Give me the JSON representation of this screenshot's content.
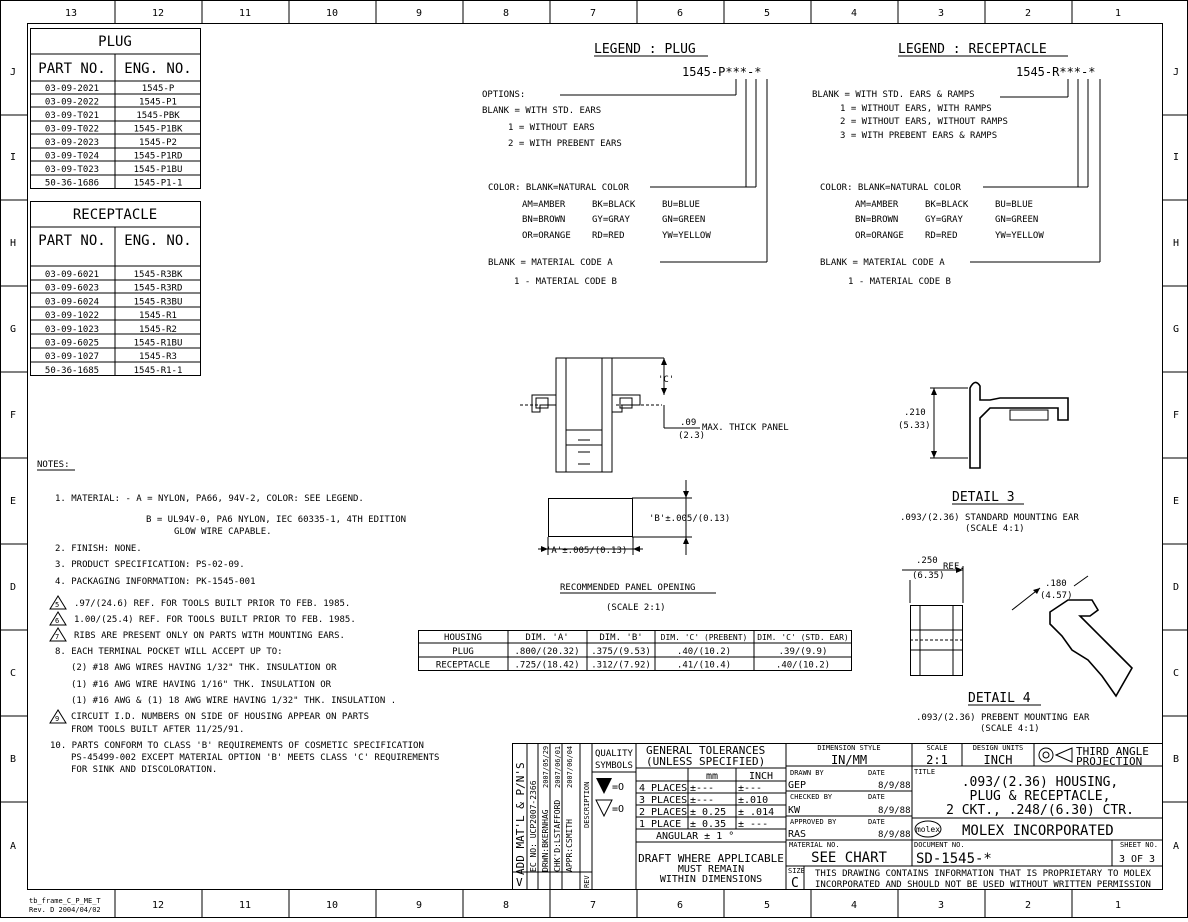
{
  "frame": {
    "columns": [
      "13",
      "12",
      "11",
      "10",
      "9",
      "8",
      "7",
      "6",
      "5",
      "4",
      "3",
      "2",
      "1"
    ],
    "rows": [
      "J",
      "I",
      "H",
      "G",
      "F",
      "E",
      "D",
      "C",
      "B",
      "A"
    ],
    "bottom_columns": [
      "12",
      "11",
      "10",
      "9",
      "8",
      "7",
      "6",
      "5",
      "4",
      "3",
      "2",
      "1"
    ],
    "frame_id": "tb_frame_C_P_ME_T",
    "frame_rev": "Rev. D 2004/04/02"
  },
  "plug_table": {
    "title": "PLUG",
    "headers": [
      "PART NO.",
      "ENG. NO."
    ],
    "rows": [
      [
        "03-09-2021",
        "1545-P"
      ],
      [
        "03-09-2022",
        "1545-P1"
      ],
      [
        "03-09-T021",
        "1545-PBK"
      ],
      [
        "03-09-T022",
        "1545-P1BK"
      ],
      [
        "03-09-2023",
        "1545-P2"
      ],
      [
        "03-09-T024",
        "1545-P1RD"
      ],
      [
        "03-09-T023",
        "1545-P1BU"
      ],
      [
        "50-36-1686",
        "1545-P1-1"
      ]
    ]
  },
  "receptacle_table": {
    "title": "RECEPTACLE",
    "headers": [
      "PART NO.",
      "ENG. NO."
    ],
    "rows": [
      [
        "03-09-6021",
        "1545-R3BK"
      ],
      [
        "03-09-6023",
        "1545-R3RD"
      ],
      [
        "03-09-6024",
        "1545-R3BU"
      ],
      [
        "03-09-1022",
        "1545-R1"
      ],
      [
        "03-09-1023",
        "1545-R2"
      ],
      [
        "03-09-6025",
        "1545-R1BU"
      ],
      [
        "03-09-1027",
        "1545-R3"
      ],
      [
        "50-36-1685",
        "1545-R1-1"
      ]
    ]
  },
  "legend_plug": {
    "title": "LEGEND : PLUG",
    "code": "1545-P***-*",
    "options_label": "OPTIONS:",
    "options": [
      "BLANK = WITH STD. EARS",
      "1 = WITHOUT EARS",
      "2 = WITH PREBENT EARS"
    ],
    "color_label": "COLOR: BLANK=NATURAL COLOR",
    "colors": [
      [
        "AM=AMBER",
        "BK=BLACK",
        "BU=BLUE"
      ],
      [
        "BN=BROWN",
        "GY=GRAY",
        "GN=GREEN"
      ],
      [
        "OR=ORANGE",
        "RD=RED",
        "YW=YELLOW"
      ]
    ],
    "material": [
      "BLANK = MATERIAL CODE A",
      "1 - MATERIAL CODE B"
    ]
  },
  "legend_receptacle": {
    "title": "LEGEND : RECEPTACLE",
    "code": "1545-R***-*",
    "options": [
      "BLANK = WITH STD. EARS & RAMPS",
      "1 = WITHOUT EARS, WITH RAMPS",
      "2 = WITHOUT EARS, WITHOUT RAMPS",
      "3 = WITH PREBENT EARS & RAMPS"
    ],
    "color_label": "COLOR: BLANK=NATURAL COLOR",
    "colors": [
      [
        "AM=AMBER",
        "BK=BLACK",
        "BU=BLUE"
      ],
      [
        "BN=BROWN",
        "GY=GRAY",
        "GN=GREEN"
      ],
      [
        "OR=ORANGE",
        "RD=RED",
        "YW=YELLOW"
      ]
    ],
    "material": [
      "BLANK = MATERIAL CODE A",
      "1 - MATERIAL CODE B"
    ]
  },
  "views": {
    "dim_c": "'C'",
    "panel_thk_1": ".09",
    "panel_thk_2": "(2.3)",
    "panel_thk_label": "MAX. THICK PANEL",
    "dim_b": "'B'±.005/(0.13)",
    "dim_a": "'A'±.005/(0.13)",
    "panel_title": "RECOMMENDED PANEL OPENING",
    "panel_scale": "(SCALE 2:1)",
    "detail3_dim1": ".210",
    "detail3_dim2": "(5.33)",
    "detail3_title": "DETAIL 3",
    "detail3_desc": ".093/(2.36) STANDARD MOUNTING EAR",
    "detail3_scale": "(SCALE 4:1)",
    "detail4_ref1": ".250",
    "detail4_ref2": "(6.35)",
    "detail4_ref_label": "REF.",
    "detail4_dim1": ".180",
    "detail4_dim2": "(4.57)",
    "detail4_title": "DETAIL 4",
    "detail4_desc": ".093/(2.36) PREBENT MOUNTING EAR",
    "detail4_scale": "(SCALE 4:1)"
  },
  "dim_table": {
    "headers": [
      "HOUSING",
      "DIM. 'A'",
      "DIM. 'B'",
      "DIM. 'C' (PREBENT)",
      "DIM. 'C' (STD. EAR)"
    ],
    "rows": [
      [
        "PLUG",
        ".800/(20.32)",
        ".375/(9.53)",
        ".40/(10.2)",
        ".39/(9.9)"
      ],
      [
        "RECEPTACLE",
        ".725/(18.42)",
        ".312/(7.92)",
        ".41/(10.4)",
        ".40/(10.2)"
      ]
    ]
  },
  "notes": {
    "title": "NOTES:",
    "n1a": "1.  MATERIAL: -   A =  NYLON, PA66, 94V-2, COLOR: SEE LEGEND.",
    "n1b": "B =  UL94V-0, PA6 NYLON, IEC 60335-1, 4TH EDITION",
    "n1c": "GLOW WIRE CAPABLE.",
    "n2": "2.  FINISH: NONE.",
    "n3": "3.  PRODUCT SPECIFICATION: PS-02-09.",
    "n4": "4.  PACKAGING INFORMATION: PK-1545-001",
    "n5_num": "5",
    "n5": ".97/(24.6) REF. FOR TOOLS BUILT PRIOR TO FEB. 1985.",
    "n6_num": "6",
    "n6": "1.00/(25.4) REF. FOR TOOLS BUILT PRIOR TO FEB. 1985.",
    "n7_num": "7",
    "n7": "RIBS ARE PRESENT ONLY ON PARTS WITH MOUNTING EARS.",
    "n8": "8.  EACH TERMINAL POCKET WILL ACCEPT UP TO:",
    "n8a": "(2) #18 AWG WIRES HAVING 1/32\" THK. INSULATION OR",
    "n8b": "(1) #16 AWG WIRE HAVING 1/16\" THK. INSULATION OR",
    "n8c": "(1) #16 AWG & (1) 18 AWG WIRE HAVING 1/32\" THK. INSULATION .",
    "n9_num": "9",
    "n9a": "CIRCUIT I.D. NUMBERS ON SIDE OF HOUSING APPEAR ON PARTS",
    "n9b": "FROM TOOLS BUILT AFTER 11/25/91.",
    "n10a": "10.  PARTS CONFORM TO CLASS 'B' REQUIREMENTS OF COSMETIC SPECIFICATION",
    "n10b": "PS-45499-002 EXCEPT MATERIAL OPTION 'B' MEETS CLASS 'C' REQUIREMENTS",
    "n10c": "FOR SINK AND DISCOLORATION."
  },
  "title_block": {
    "rev_label": "ADD MAT'L & P/N'S",
    "ec_no": "EC NO: UCP2007-2366",
    "drwn": "DRWN:BKERNHAG",
    "chkd": "CHK'D:LSTAFFORD",
    "appr": "APPR:CSMITH",
    "dates": [
      "2007/05/29",
      "2007/06/01",
      "2007/06/04"
    ],
    "desc_label": "DESCRIPTION",
    "rev_letter": "V",
    "rev_col": "REV",
    "quality_label1": "QUALITY",
    "quality_label2": "SYMBOLS",
    "q_sym1": "=O",
    "q_sym2": "=O",
    "tol_title1": "GENERAL TOLERANCES",
    "tol_title2": "(UNLESS SPECIFIED)",
    "tol_mm": "mm",
    "tol_inch": "INCH",
    "tol_rows": [
      [
        "4 PLACES",
        "±---",
        "±---"
      ],
      [
        "3 PLACES",
        "±---",
        "±.010"
      ],
      [
        "2 PLACES",
        "± 0.25",
        "± .014"
      ],
      [
        "1 PLACE",
        "± 0.35",
        "± ---"
      ]
    ],
    "angular": "ANGULAR ± 1 °",
    "draft1": "DRAFT WHERE APPLICABLE",
    "draft2": "MUST REMAIN",
    "draft3": "WITHIN DIMENSIONS",
    "dim_style_label": "DIMENSION STYLE",
    "dim_style": "IN/MM",
    "scale_label": "SCALE",
    "scale": "2:1",
    "units_label": "DESIGN UNITS",
    "units": "INCH",
    "projection1": "THIRD ANGLE",
    "projection2": "PROJECTION",
    "drawn_by_label": "DRAWN BY",
    "drawn_by": "GEP",
    "date_label": "DATE",
    "drawn_date": "8/9/88",
    "checked_by_label": "CHECKED BY",
    "checked_by": "KW",
    "checked_date": "8/9/88",
    "approved_by_label": "APPROVED BY",
    "approved_by": "RAS",
    "approved_date": "8/9/88",
    "title_label": "TITLE",
    "title1": ".093/(2.36) HOUSING,",
    "title2": "PLUG & RECEPTACLE,",
    "title3": "2 CKT., .248/(6.30) CTR.",
    "logo": "molex",
    "company": "MOLEX INCORPORATED",
    "material_no_label": "MATERIAL NO.",
    "material_no": "SEE CHART",
    "doc_no_label": "DOCUMENT NO.",
    "doc_no": "SD-1545-*",
    "sheet_label": "SHEET NO.",
    "sheet": "3 OF 3",
    "size_label": "SIZE",
    "size": "C",
    "proprietary1": "THIS DRAWING CONTAINS INFORMATION THAT IS PROPRIETARY TO MOLEX",
    "proprietary2": "INCORPORATED AND SHOULD NOT BE USED WITHOUT WRITTEN PERMISSION"
  }
}
